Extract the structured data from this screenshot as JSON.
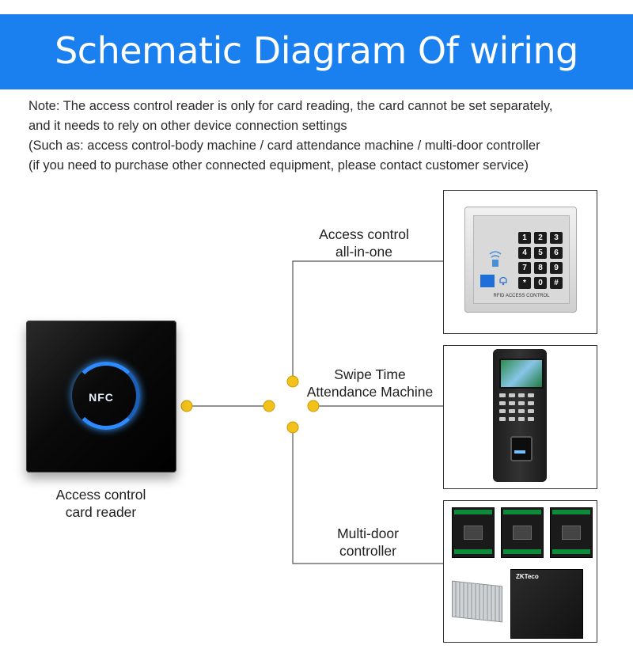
{
  "banner": {
    "title": "Schematic Diagram Of wiring",
    "color": "#1a7fef"
  },
  "note": {
    "lines": [
      "Note: The access control reader is only for card reading, the card cannot be set separately,",
      "and it needs to rely on other device connection settings",
      "(Such as: access control-body machine / card attendance machine / multi-door controller",
      "(if you need to purchase other connected equipment, please contact customer service)"
    ]
  },
  "reader": {
    "label_line1": "Access control",
    "label_line2": "card reader",
    "logo_text": "NFC"
  },
  "devices": {
    "keypad": {
      "label_line1": "Access control",
      "label_line2": "all-in-one",
      "keys": [
        "1",
        "2",
        "3",
        "4",
        "5",
        "6",
        "7",
        "8",
        "9",
        "*",
        "0",
        "#"
      ],
      "caption": "RFID ACCESS CONTROL"
    },
    "attendance": {
      "label_line1": "Swipe Time",
      "label_line2": "Attendance Machine"
    },
    "controller": {
      "label_line1": "Multi-door",
      "label_line2": "controller",
      "brand": "ZKTeco"
    }
  },
  "colors": {
    "connector_dot": "#f2c21b",
    "line": "#555555"
  }
}
